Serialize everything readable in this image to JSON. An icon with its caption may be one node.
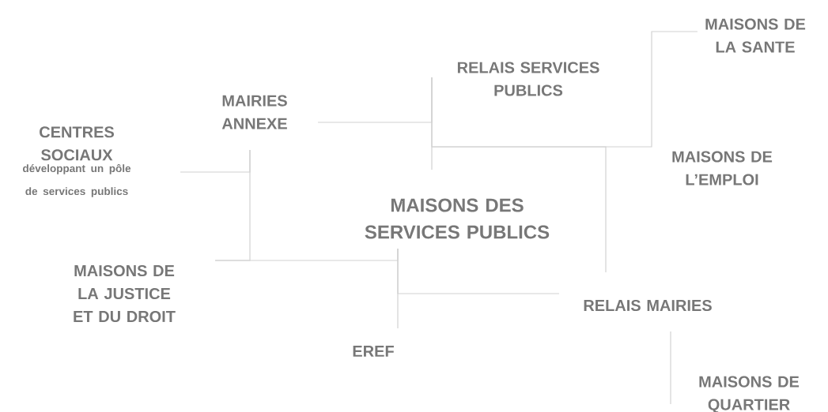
{
  "diagram": {
    "nodes": [
      {
        "text": [
          "MAISONS DE LA SANTE"
        ]
      },
      {
        "text": [
          "RELAIS SERVICES PUBLICS"
        ]
      },
      {
        "text": [
          "MAIRIES ANNEXE"
        ]
      },
      {
        "text": [
          "CENTRES SOCIAUX",
          "développant un pôle de services publics"
        ]
      },
      {
        "text": [
          "MAISONS DE L’EMPLOI"
        ]
      },
      {
        "text": [
          "MAISONS DES SERVICES PUBLICS"
        ]
      },
      {
        "text": [
          "MAISONS DE LA JUSTICE ET DU DROIT"
        ]
      },
      {
        "text": [
          "RELAIS MAIRIES"
        ]
      },
      {
        "text": [
          "EREF"
        ]
      },
      {
        "text": [
          "MAISONS DE QUARTIER"
        ]
      }
    ],
    "edges": [
      {
        "from": 2,
        "to": 1,
        "arrow": "none"
      },
      {
        "from": 1,
        "to": 0,
        "arrow": "none"
      },
      {
        "from": 1,
        "to": 7,
        "arrow": "none"
      },
      {
        "from": 7,
        "to": 9,
        "arrow": "none"
      },
      {
        "from": 5,
        "to": 8,
        "arrow": "none"
      },
      {
        "from": 5,
        "to": 7,
        "arrow": "none"
      },
      {
        "from": 5,
        "to": 6,
        "arrow": "none"
      },
      {
        "from": 6,
        "to": 2,
        "arrow": "none"
      },
      {
        "from": 3,
        "to": 2,
        "arrow": "none"
      }
    ]
  }
}
